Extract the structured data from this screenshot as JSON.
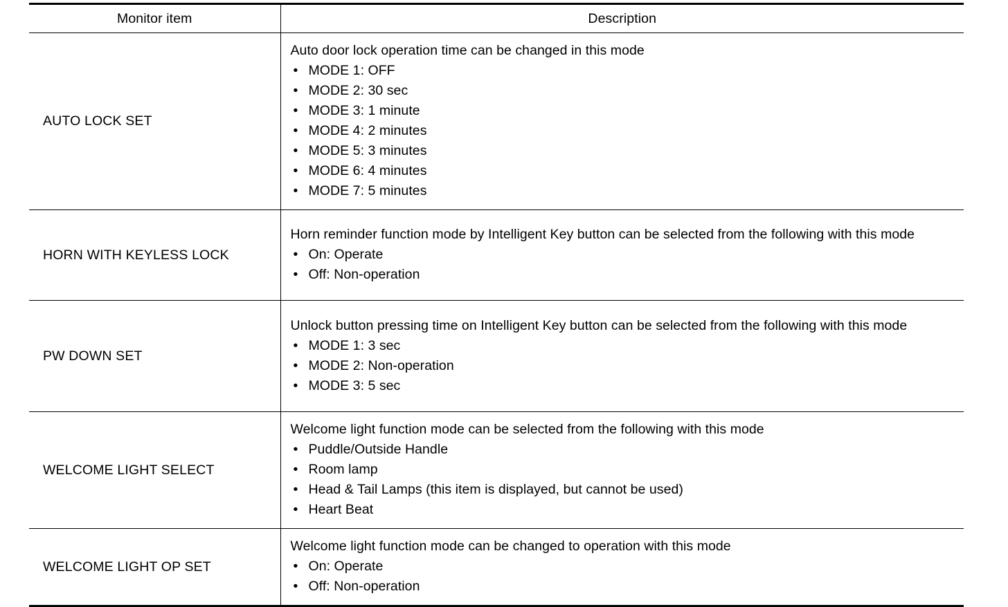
{
  "table": {
    "headers": {
      "item": "Monitor item",
      "description": "Description"
    },
    "rows": [
      {
        "item": "AUTO LOCK SET",
        "lead": "Auto door lock operation time can be changed in this mode",
        "bullet": "•",
        "options": [
          "MODE 1: OFF",
          "MODE 2: 30 sec",
          "MODE 3: 1 minute",
          "MODE 4: 2 minutes",
          "MODE 5: 3 minutes",
          "MODE 6: 4 minutes",
          "MODE 7: 5 minutes"
        ]
      },
      {
        "item": "HORN WITH KEYLESS LOCK",
        "lead": "Horn reminder function mode by Intelligent Key button can be selected from the following with this mode",
        "bullet": "•",
        "options": [
          "On: Operate",
          "Off: Non-operation"
        ]
      },
      {
        "item": "PW DOWN SET",
        "lead": "Unlock button pressing time on Intelligent Key button can be selected from the following with this mode",
        "bullet": "•",
        "options": [
          "MODE 1: 3 sec",
          "MODE 2: Non-operation",
          "MODE 3: 5 sec"
        ]
      },
      {
        "item": "WELCOME LIGHT SELECT",
        "lead": "Welcome light function mode can be selected from the following with this mode",
        "bullet": "•",
        "options": [
          "Puddle/Outside Handle",
          "Room lamp",
          "Head & Tail Lamps (this item is displayed, but cannot be used)",
          "Heart Beat"
        ]
      },
      {
        "item": "WELCOME LIGHT OP SET",
        "lead": "Welcome light function mode can be changed to operation with this mode",
        "bullet": "•",
        "options": [
          "On: Operate",
          "Off: Non-operation"
        ]
      }
    ]
  },
  "colors": {
    "text": "#000000",
    "rule": "#000000",
    "background": "#ffffff"
  }
}
